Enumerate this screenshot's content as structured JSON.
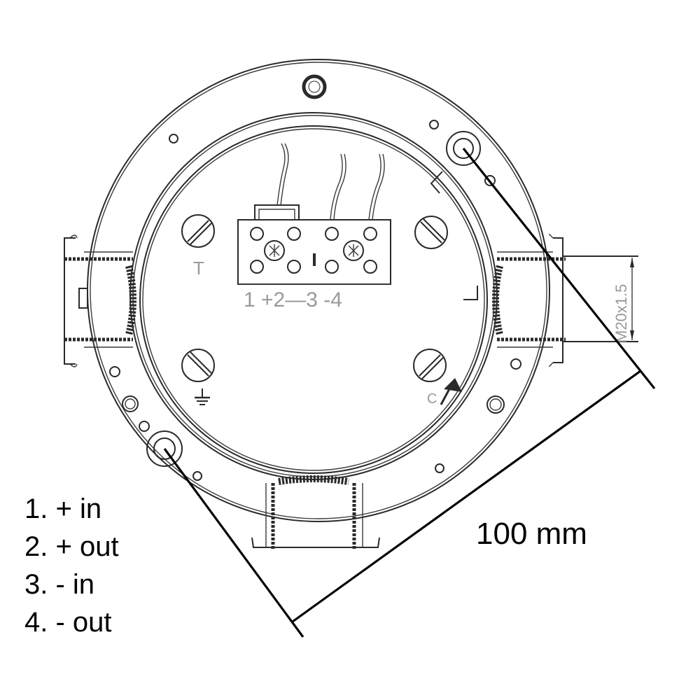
{
  "diagram": {
    "type": "technical-drawing",
    "subject": "round junction box / detector base with terminal block",
    "terminal_block": {
      "terminal_labels": "1 +2—3 -4",
      "terminals": [
        "1",
        "2",
        "3",
        "4"
      ]
    },
    "markings": {
      "tamper": "T",
      "earth": "earth-symbol",
      "cable_label": "C",
      "lock_marks": [
        "L",
        "L"
      ]
    },
    "thread_spec": "M20x1.5",
    "dimension": {
      "label": "100 mm"
    },
    "legend": {
      "items": [
        {
          "num": "1.",
          "text": "+ in"
        },
        {
          "num": "2.",
          "text": "+ out"
        },
        {
          "num": "3.",
          "text": "- in"
        },
        {
          "num": "4.",
          "text": "- out"
        }
      ]
    },
    "colors": {
      "line": "#2a2a2a",
      "dimension_line": "#000000",
      "label_gray": "#9a9a9a",
      "background": "#ffffff"
    }
  }
}
